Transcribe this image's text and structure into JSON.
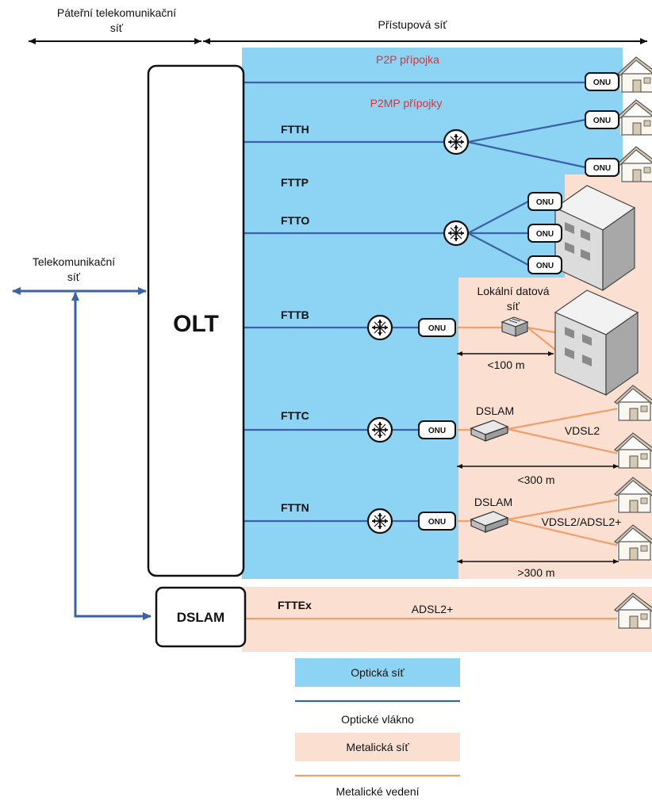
{
  "header": {
    "backbone_line1": "Páteřní telekomunikační",
    "backbone_line2": "síť",
    "access": "Přístupová síť"
  },
  "left": {
    "telecom_line1": "Telekomunikační",
    "telecom_line2": "síť"
  },
  "nodes": {
    "olt": "OLT",
    "dslam_main": "DSLAM",
    "onu": "ONU",
    "dslam_small": "DSLAM"
  },
  "labels": {
    "p2p": "P2P přípojka",
    "p2mp": "P2MP přípojky",
    "ftth": "FTTH",
    "fttp": "FTTP",
    "ftto": "FTTO",
    "fttb": "FTTB",
    "fttc": "FTTC",
    "fttn": "FTTN",
    "fttex": "FTTEx",
    "lan_line1": "Lokální datová",
    "lan_line2": "síť",
    "d100": "<100 m",
    "d300a": "<300 m",
    "d300b": ">300 m",
    "vdsl2": "VDSL2",
    "vdsl_adsl": "VDSL2/ADSL2+",
    "adsl": "ADSL2+"
  },
  "legend": {
    "optical_network": "Optická síť",
    "optical_fiber": "Optické vlákno",
    "metallic_network": "Metalická síť",
    "metallic_line": "Metalické vedení"
  },
  "colors": {
    "optical_area": "#8dd3f3",
    "metallic_area": "#fbe0d2",
    "fiber": "#3a62a8",
    "copper": "#f0a06c",
    "arrow_blue": "#3a62a8",
    "red_text": "#d9343a"
  }
}
